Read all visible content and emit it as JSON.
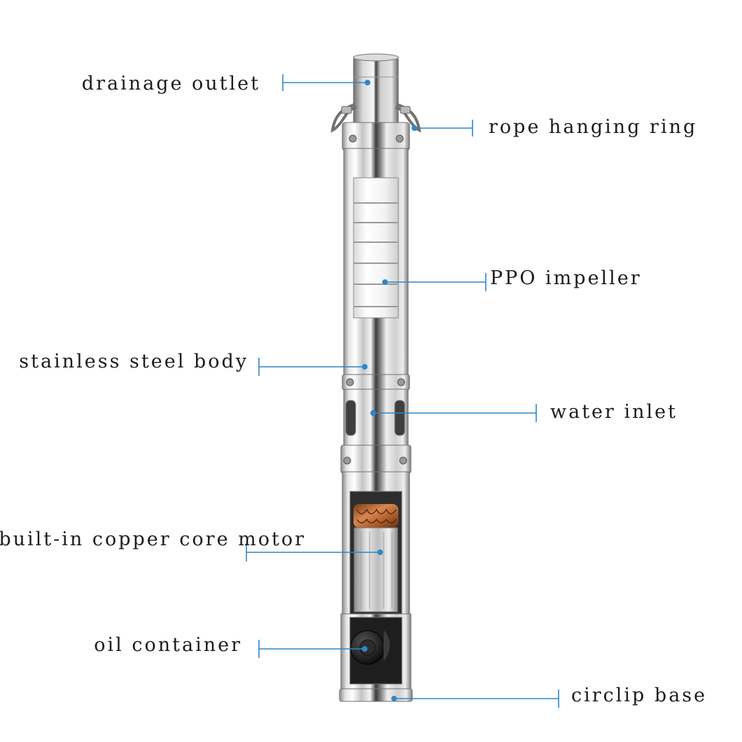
{
  "diagram": {
    "accent_color": "#2f86c8",
    "labels": {
      "drainage_outlet": "drainage outlet",
      "rope_hanging_ring": "rope hanging ring",
      "ppo_impeller": "PPO impeller",
      "stainless_steel_body": "stainless steel body",
      "water_inlet": "water inlet",
      "copper_core_motor": "built-in copper core motor",
      "oil_container": "oil container",
      "circlip_base": "circlip base"
    }
  }
}
